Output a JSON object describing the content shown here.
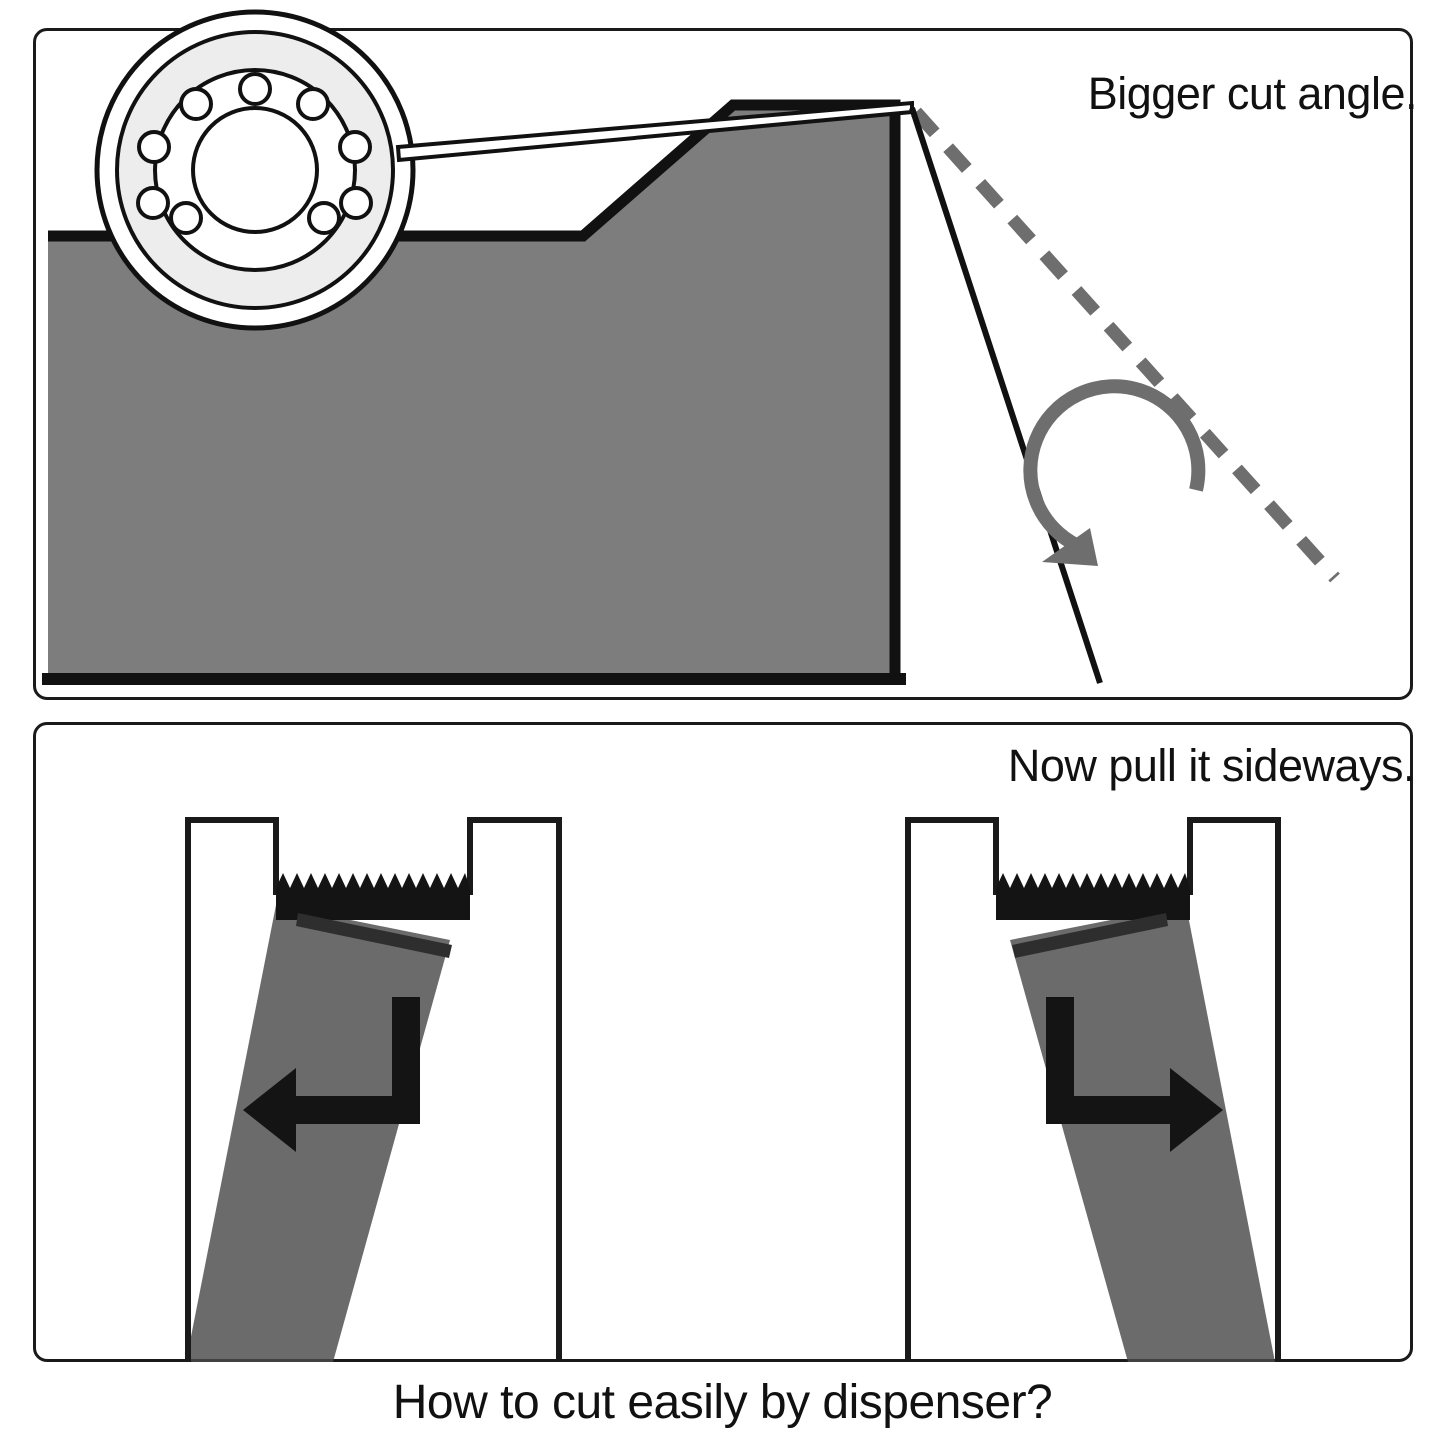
{
  "figure": {
    "title": "How to cut easily by dispenser?",
    "panels": [
      {
        "id": "panel-top",
        "caption": "Bigger cut angle.",
        "elements": [
          "tape-roll-icon",
          "dispenser-body",
          "blade-edge",
          "tape-strip",
          "dashed-reference-line",
          "rotation-arrow-icon"
        ]
      },
      {
        "id": "panel-bottom",
        "caption": "Now pull it sideways.",
        "elements": [
          "dispenser-front-left",
          "serrated-blade-left",
          "tape-strip-left",
          "arrow-left-icon",
          "dispenser-front-right",
          "serrated-blade-right",
          "tape-strip-right",
          "arrow-right-icon"
        ]
      }
    ]
  },
  "colors": {
    "outline": "#1a1a1a",
    "body_gray": "#7d7d7d",
    "tape_gray": "#4f4f4f",
    "roll_fill": "#ededed",
    "arrow_gray": "#6e6e6e",
    "background": "#ffffff"
  }
}
